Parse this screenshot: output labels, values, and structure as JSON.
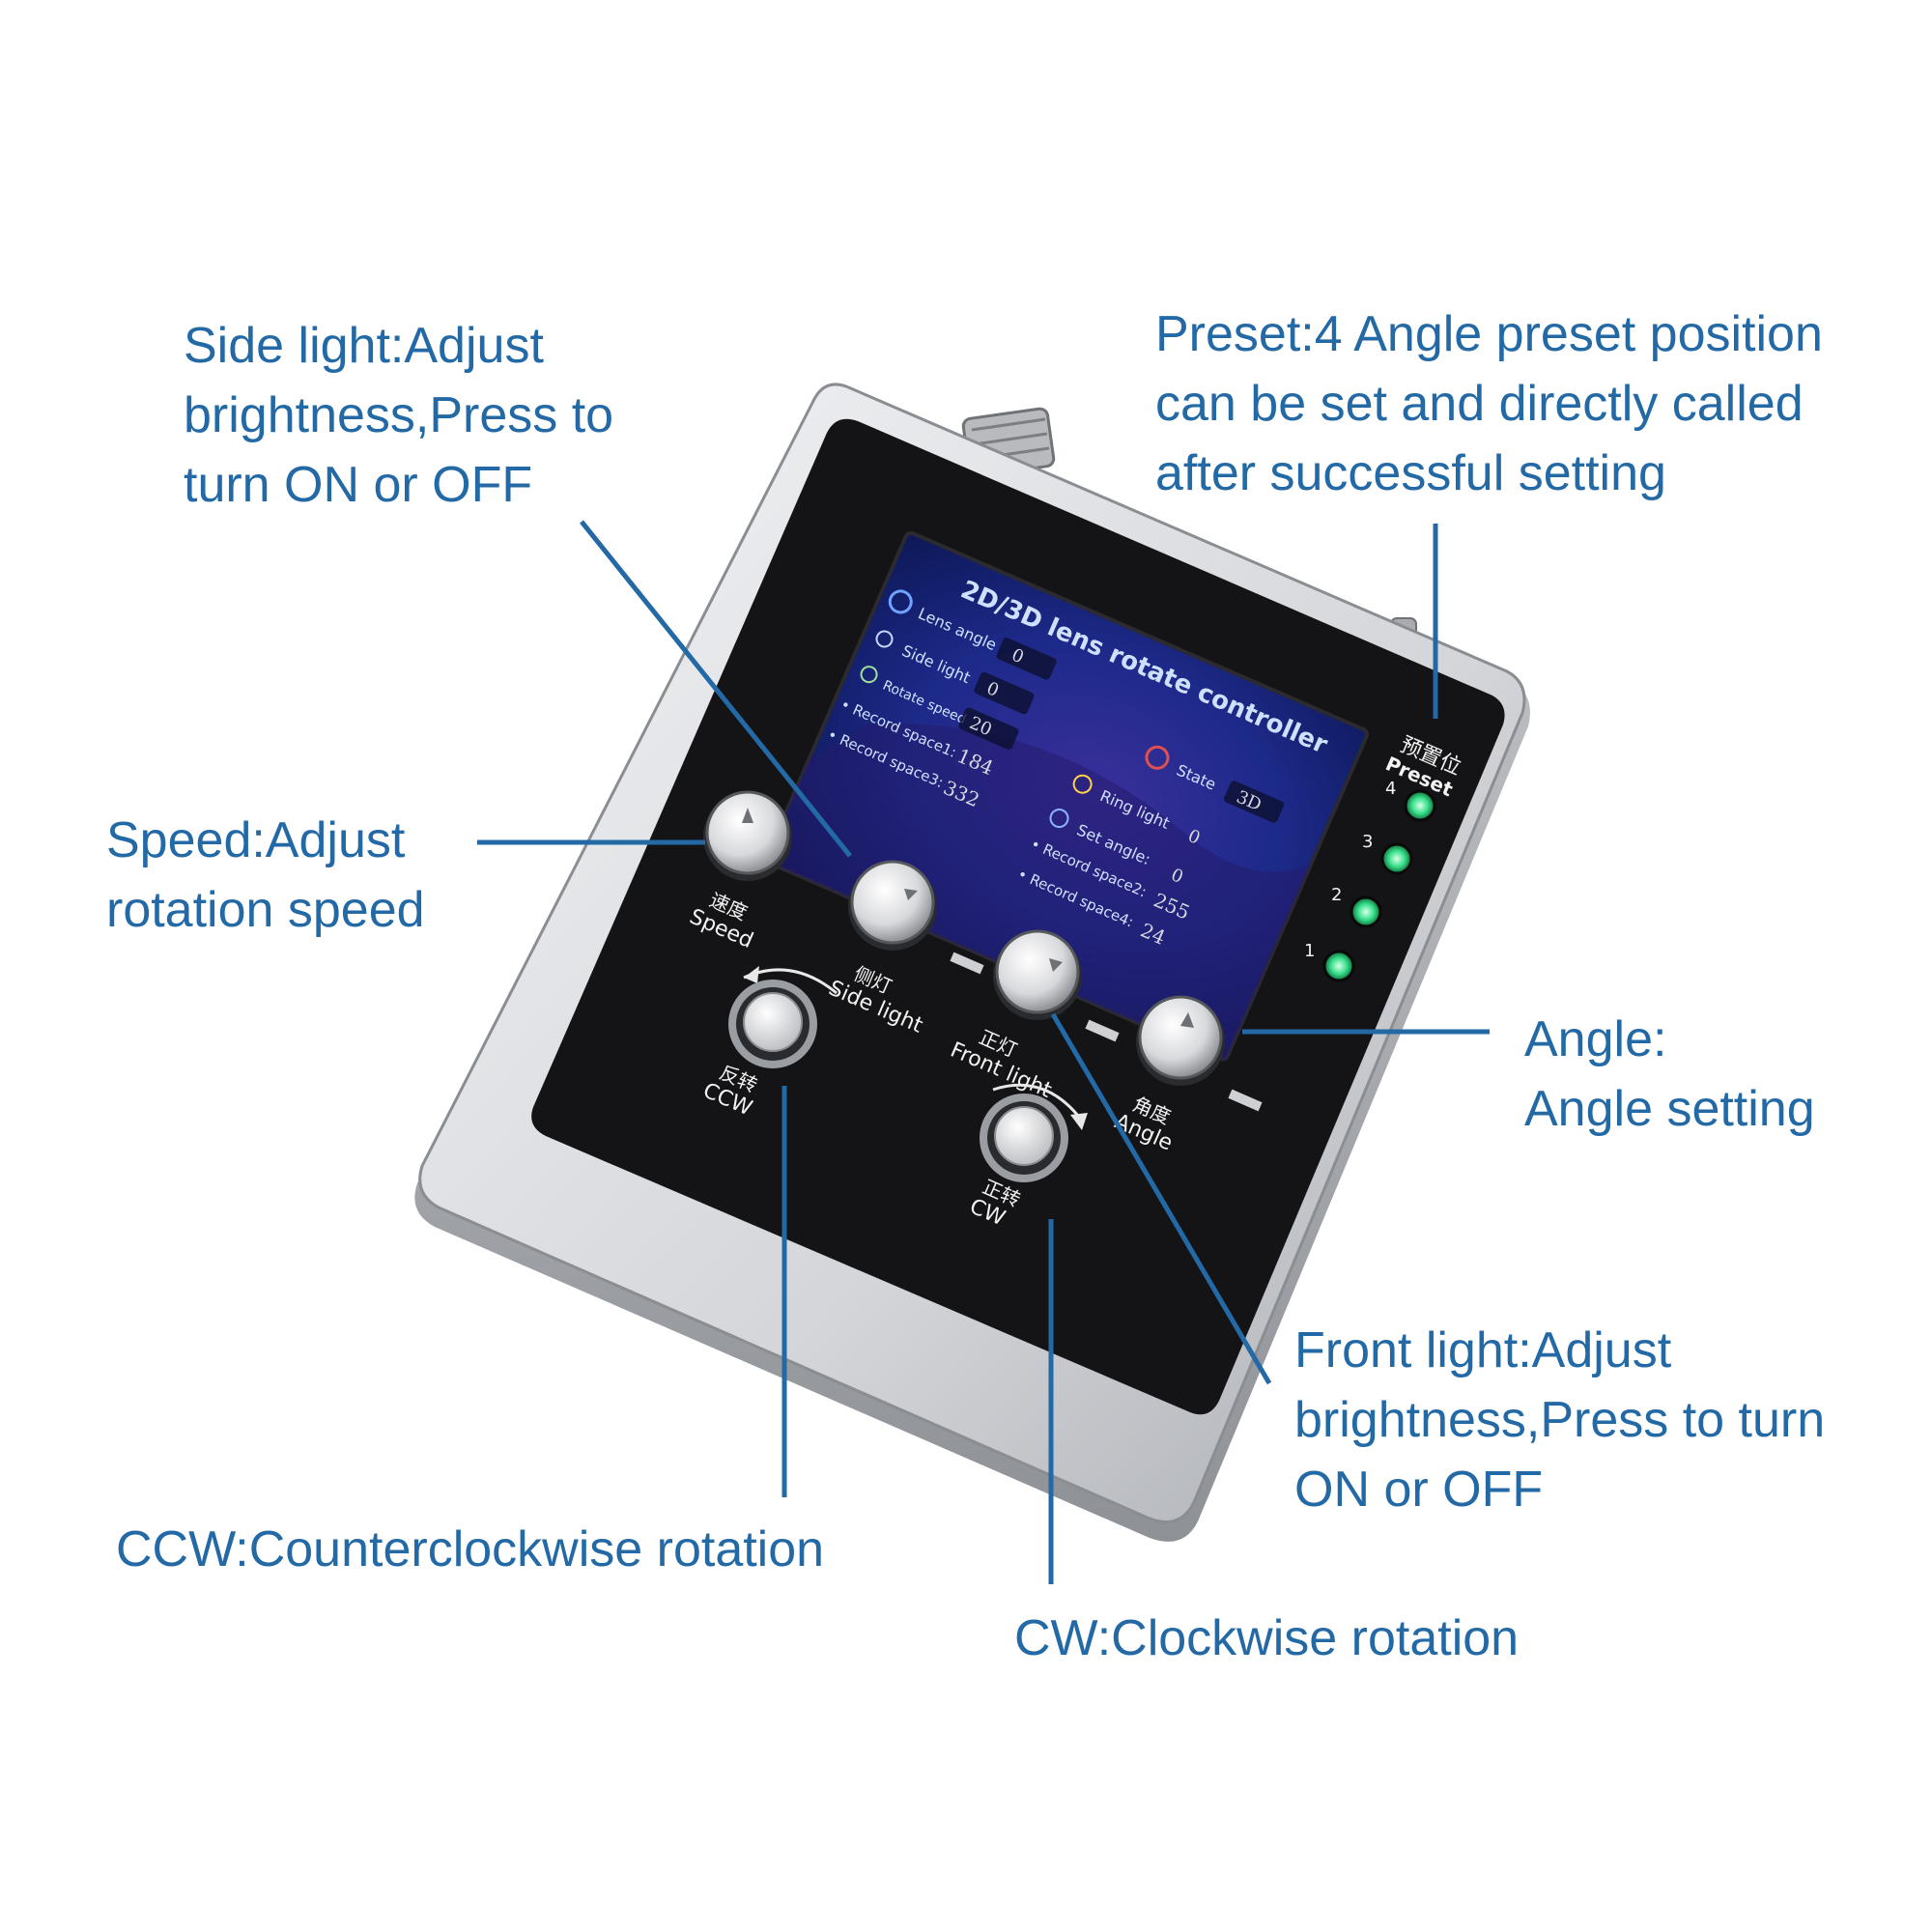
{
  "callouts": {
    "side_light": "Side light:Adjust\nbrightness,Press to\nturn ON or OFF",
    "preset": "Preset:4 Angle preset position\ncan be set and directly called\nafter successful setting",
    "speed": "Speed:Adjust\nrotation speed",
    "angle": "Angle:\nAngle setting",
    "front_light": "Front light:Adjust\nbrightness,Press to turn\nON or OFF",
    "ccw": "CCW:Counterclockwise rotation",
    "cw": "CW:Clockwise rotation"
  },
  "screen": {
    "title": "2D/3D lens rotate controller",
    "lens_angle_label": "Lens angle",
    "lens_angle_value": "0",
    "side_light_label": "Side light",
    "side_light_value": "0",
    "state_label": "State",
    "state_value": "3D",
    "rotate_speed_label": "Rotate speed",
    "rotate_speed_value": "20",
    "ring_light_label": "Ring light",
    "ring_light_value": "0",
    "record1_label": "• Record space1:",
    "record1_value": "184",
    "record3_label": "• Record space3:",
    "record3_value": "332",
    "set_angle_label": "Set angle:",
    "set_angle_value": "0",
    "record2_label": "• Record space2:",
    "record2_value": "255",
    "record4_label": "• Record space4:",
    "record4_value": "24"
  },
  "panel_labels": {
    "speed_cn": "速度",
    "speed_en": "Speed",
    "side_cn": "侧灯",
    "side_en": "Side light",
    "front_cn": "正灯",
    "front_en": "Front light",
    "angle_cn": "角度",
    "angle_en": "Angle",
    "ccw_cn": "反转",
    "ccw_en": "CCW",
    "cw_cn": "正转",
    "cw_en": "CW",
    "preset_cn": "预置位",
    "preset_en": "Preset",
    "preset_numbers": [
      "4",
      "3",
      "2",
      "1"
    ]
  },
  "colors": {
    "callout_text": "#2369a6",
    "leader_line": "#2369a6",
    "panel": "#141416",
    "housing": "#d9dadd",
    "screen_bg": "#1a2b8c",
    "led": "#38e08a"
  }
}
